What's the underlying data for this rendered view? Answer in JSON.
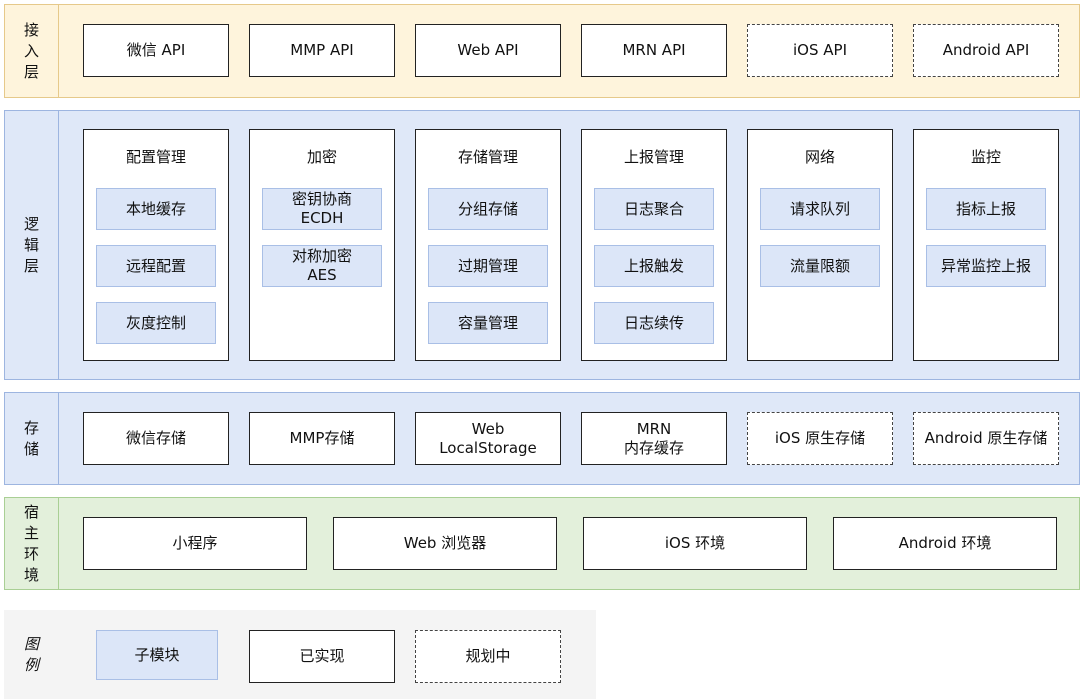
{
  "layers": {
    "access": {
      "label": [
        "接",
        "入",
        "层"
      ],
      "items": [
        "微信 API",
        "MMP API",
        "Web API",
        "MRN API",
        "iOS API",
        "Android API"
      ],
      "colors": {
        "bg": "#fef4dc",
        "border": "#e6c98a"
      }
    },
    "logic": {
      "label": [
        "逻",
        "辑",
        "层"
      ],
      "groups": [
        {
          "title": "配置管理",
          "subs": [
            "本地缓存",
            "远程配置",
            "灰度控制"
          ]
        },
        {
          "title": "加密",
          "subs": [
            "密钥协商\nECDH",
            "对称加密\nAES"
          ]
        },
        {
          "title": "存储管理",
          "subs": [
            "分组存储",
            "过期管理",
            "容量管理"
          ]
        },
        {
          "title": "上报管理",
          "subs": [
            "日志聚合",
            "上报触发",
            "日志续传"
          ]
        },
        {
          "title": "网络",
          "subs": [
            "请求队列",
            "流量限额"
          ]
        },
        {
          "title": "监控",
          "subs": [
            "指标上报",
            "异常监控上报"
          ]
        }
      ],
      "colors": {
        "bg": "#dfe8f8",
        "border": "#9db5e0"
      }
    },
    "storage": {
      "label": [
        "存",
        "储"
      ],
      "items": [
        "微信存储",
        "MMP存储",
        "Web\nLocalStorage",
        "MRN\n内存缓存",
        "iOS 原生存储",
        "Android 原生存储"
      ],
      "colors": {
        "bg": "#dfe8f8",
        "border": "#9db5e0"
      }
    },
    "host": {
      "label": [
        "宿",
        "主",
        "环",
        "境"
      ],
      "items": [
        "小程序",
        "Web 浏览器",
        "iOS 环境",
        "Android 环境"
      ],
      "colors": {
        "bg": "#e3f0db",
        "border": "#a9cf94"
      }
    }
  },
  "legend": {
    "label": [
      "图",
      "例"
    ],
    "items": [
      "子模块",
      "已实现",
      "规划中"
    ],
    "colors": {
      "bg": "#f4f4f4",
      "border": "#f4f4f4"
    }
  }
}
